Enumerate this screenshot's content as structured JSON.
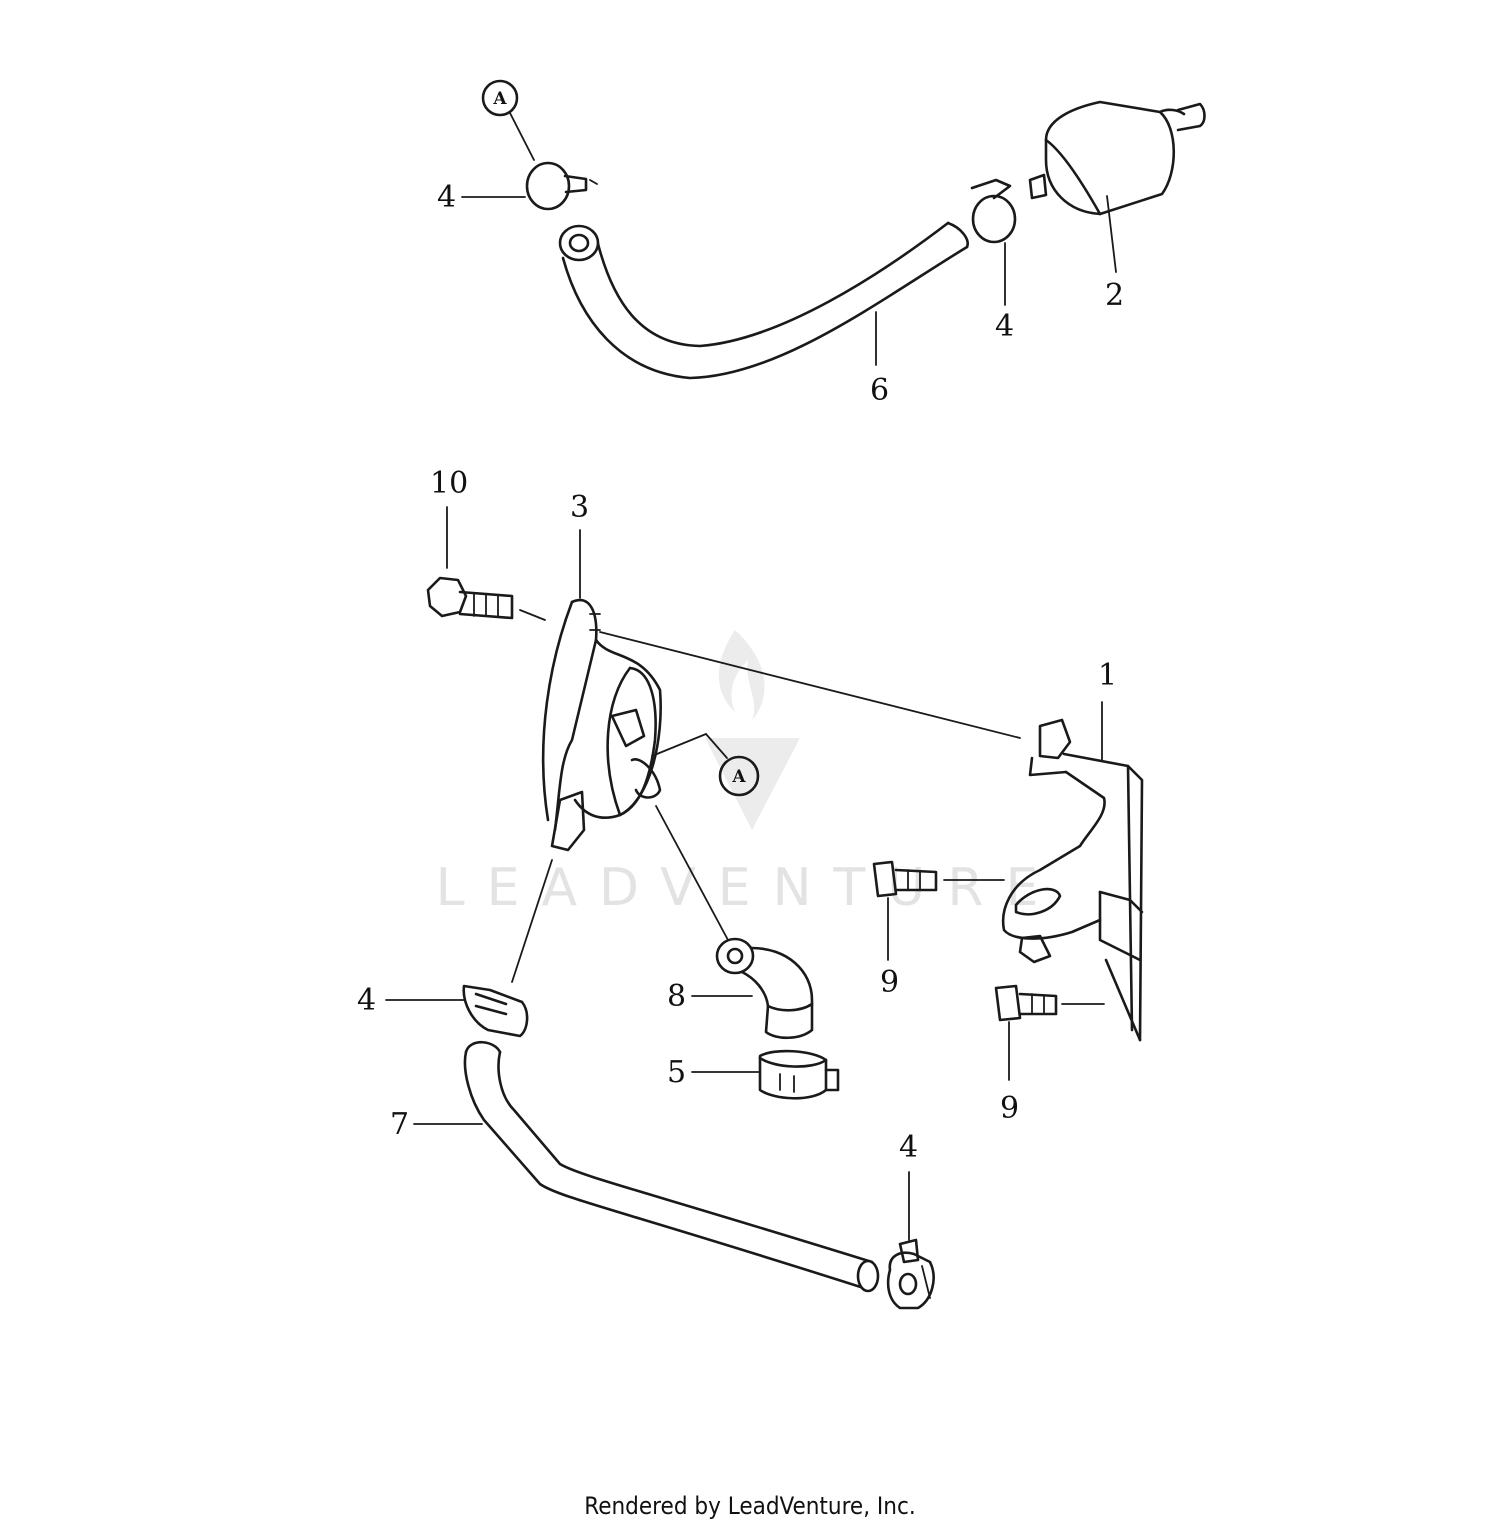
{
  "diagram": {
    "callouts": {
      "c1": "1",
      "c2": "2",
      "c3": "3",
      "c4_top_left": "4",
      "c4_top_right": "4",
      "c4_mid_left": "4",
      "c4_bottom": "4",
      "c5": "5",
      "c6": "6",
      "c7": "7",
      "c8": "8",
      "c9_upper": "9",
      "c9_lower": "9",
      "c10": "10"
    },
    "reference_markers": {
      "top": "A",
      "middle": "A"
    }
  },
  "watermark": {
    "text": "LEADVENTURE"
  },
  "footer": {
    "text": "Rendered by LeadVenture, Inc."
  }
}
